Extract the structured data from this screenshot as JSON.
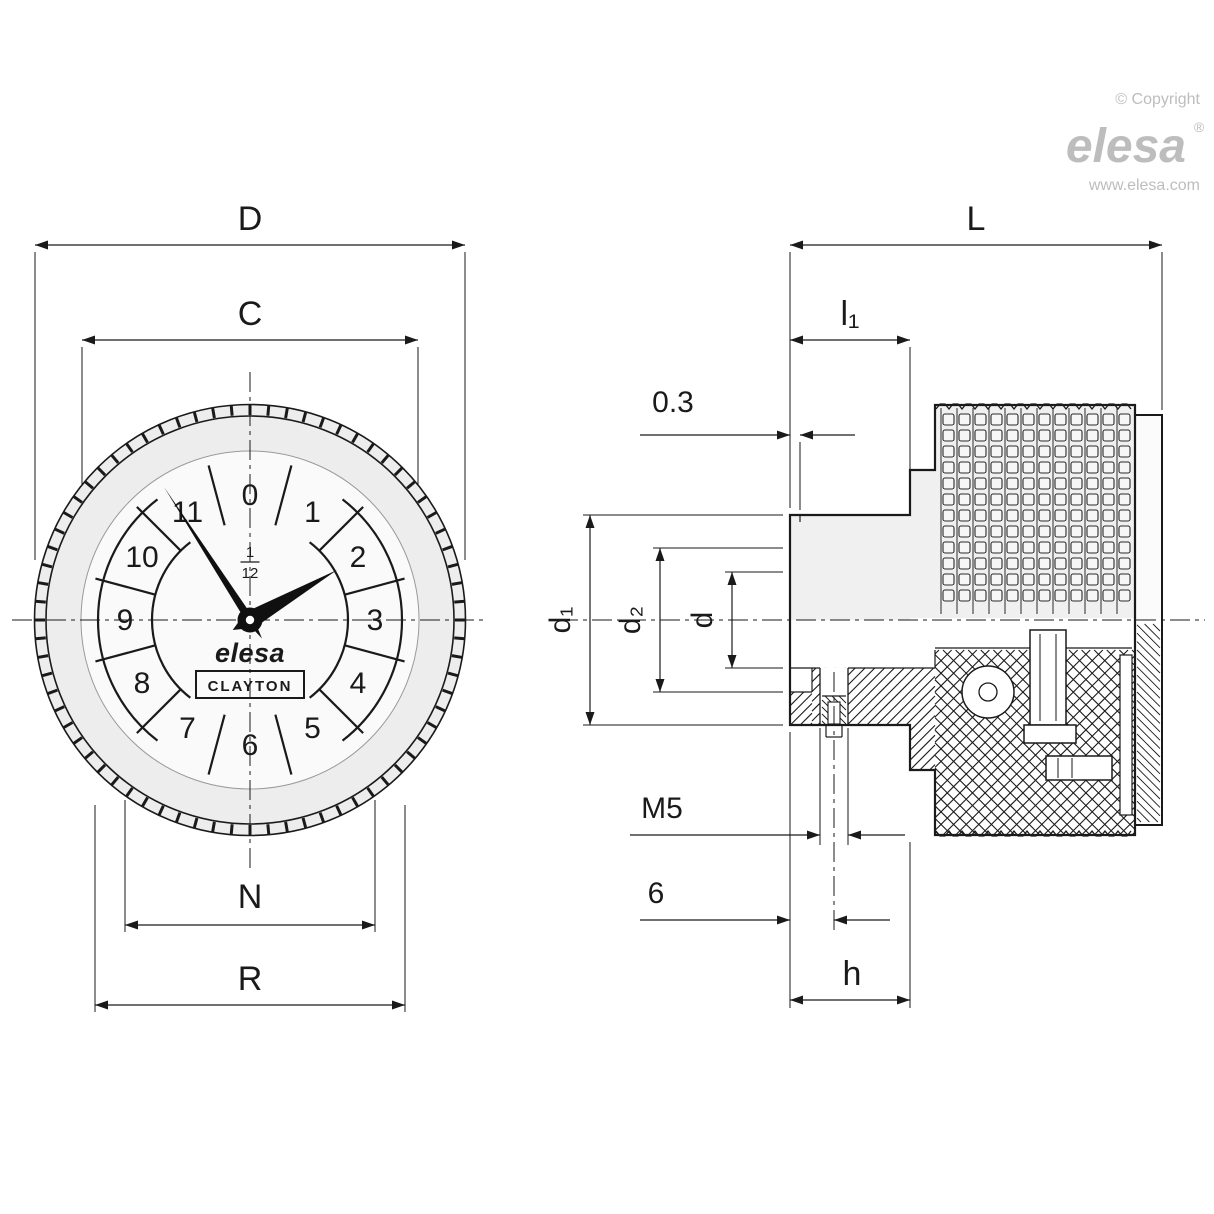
{
  "branding": {
    "copyright": "© Copyright",
    "logo": "elesa",
    "registered": "®",
    "website": "www.elesa.com"
  },
  "front_view": {
    "dial_numbers": [
      "0",
      "1",
      "2",
      "3",
      "4",
      "5",
      "6",
      "7",
      "8",
      "9",
      "10",
      "11"
    ],
    "fraction": {
      "numerator": "1",
      "denominator": "12"
    },
    "dial_logo": "elesa",
    "dial_brand": "CLAYTON",
    "dimensions": {
      "outer_diameter": "D",
      "dial_diameter": "C",
      "numbers_diameter": "N",
      "scale_diameter": "R"
    }
  },
  "side_view": {
    "dimensions": {
      "total_length": "L",
      "hub_length": "l₁",
      "front_clearance": "0.3",
      "hub_diameter": "d₁",
      "counterbore_diameter": "d₂",
      "bore_diameter": "d",
      "set_screw_thread": "M5",
      "set_screw_offset": "6",
      "hub_height": "h"
    }
  },
  "colors": {
    "line": "#1a1a1a",
    "body_fill": "#f0f0f0",
    "dial_fill": "#fafafa",
    "brand_gray": "#bdbdbd"
  }
}
